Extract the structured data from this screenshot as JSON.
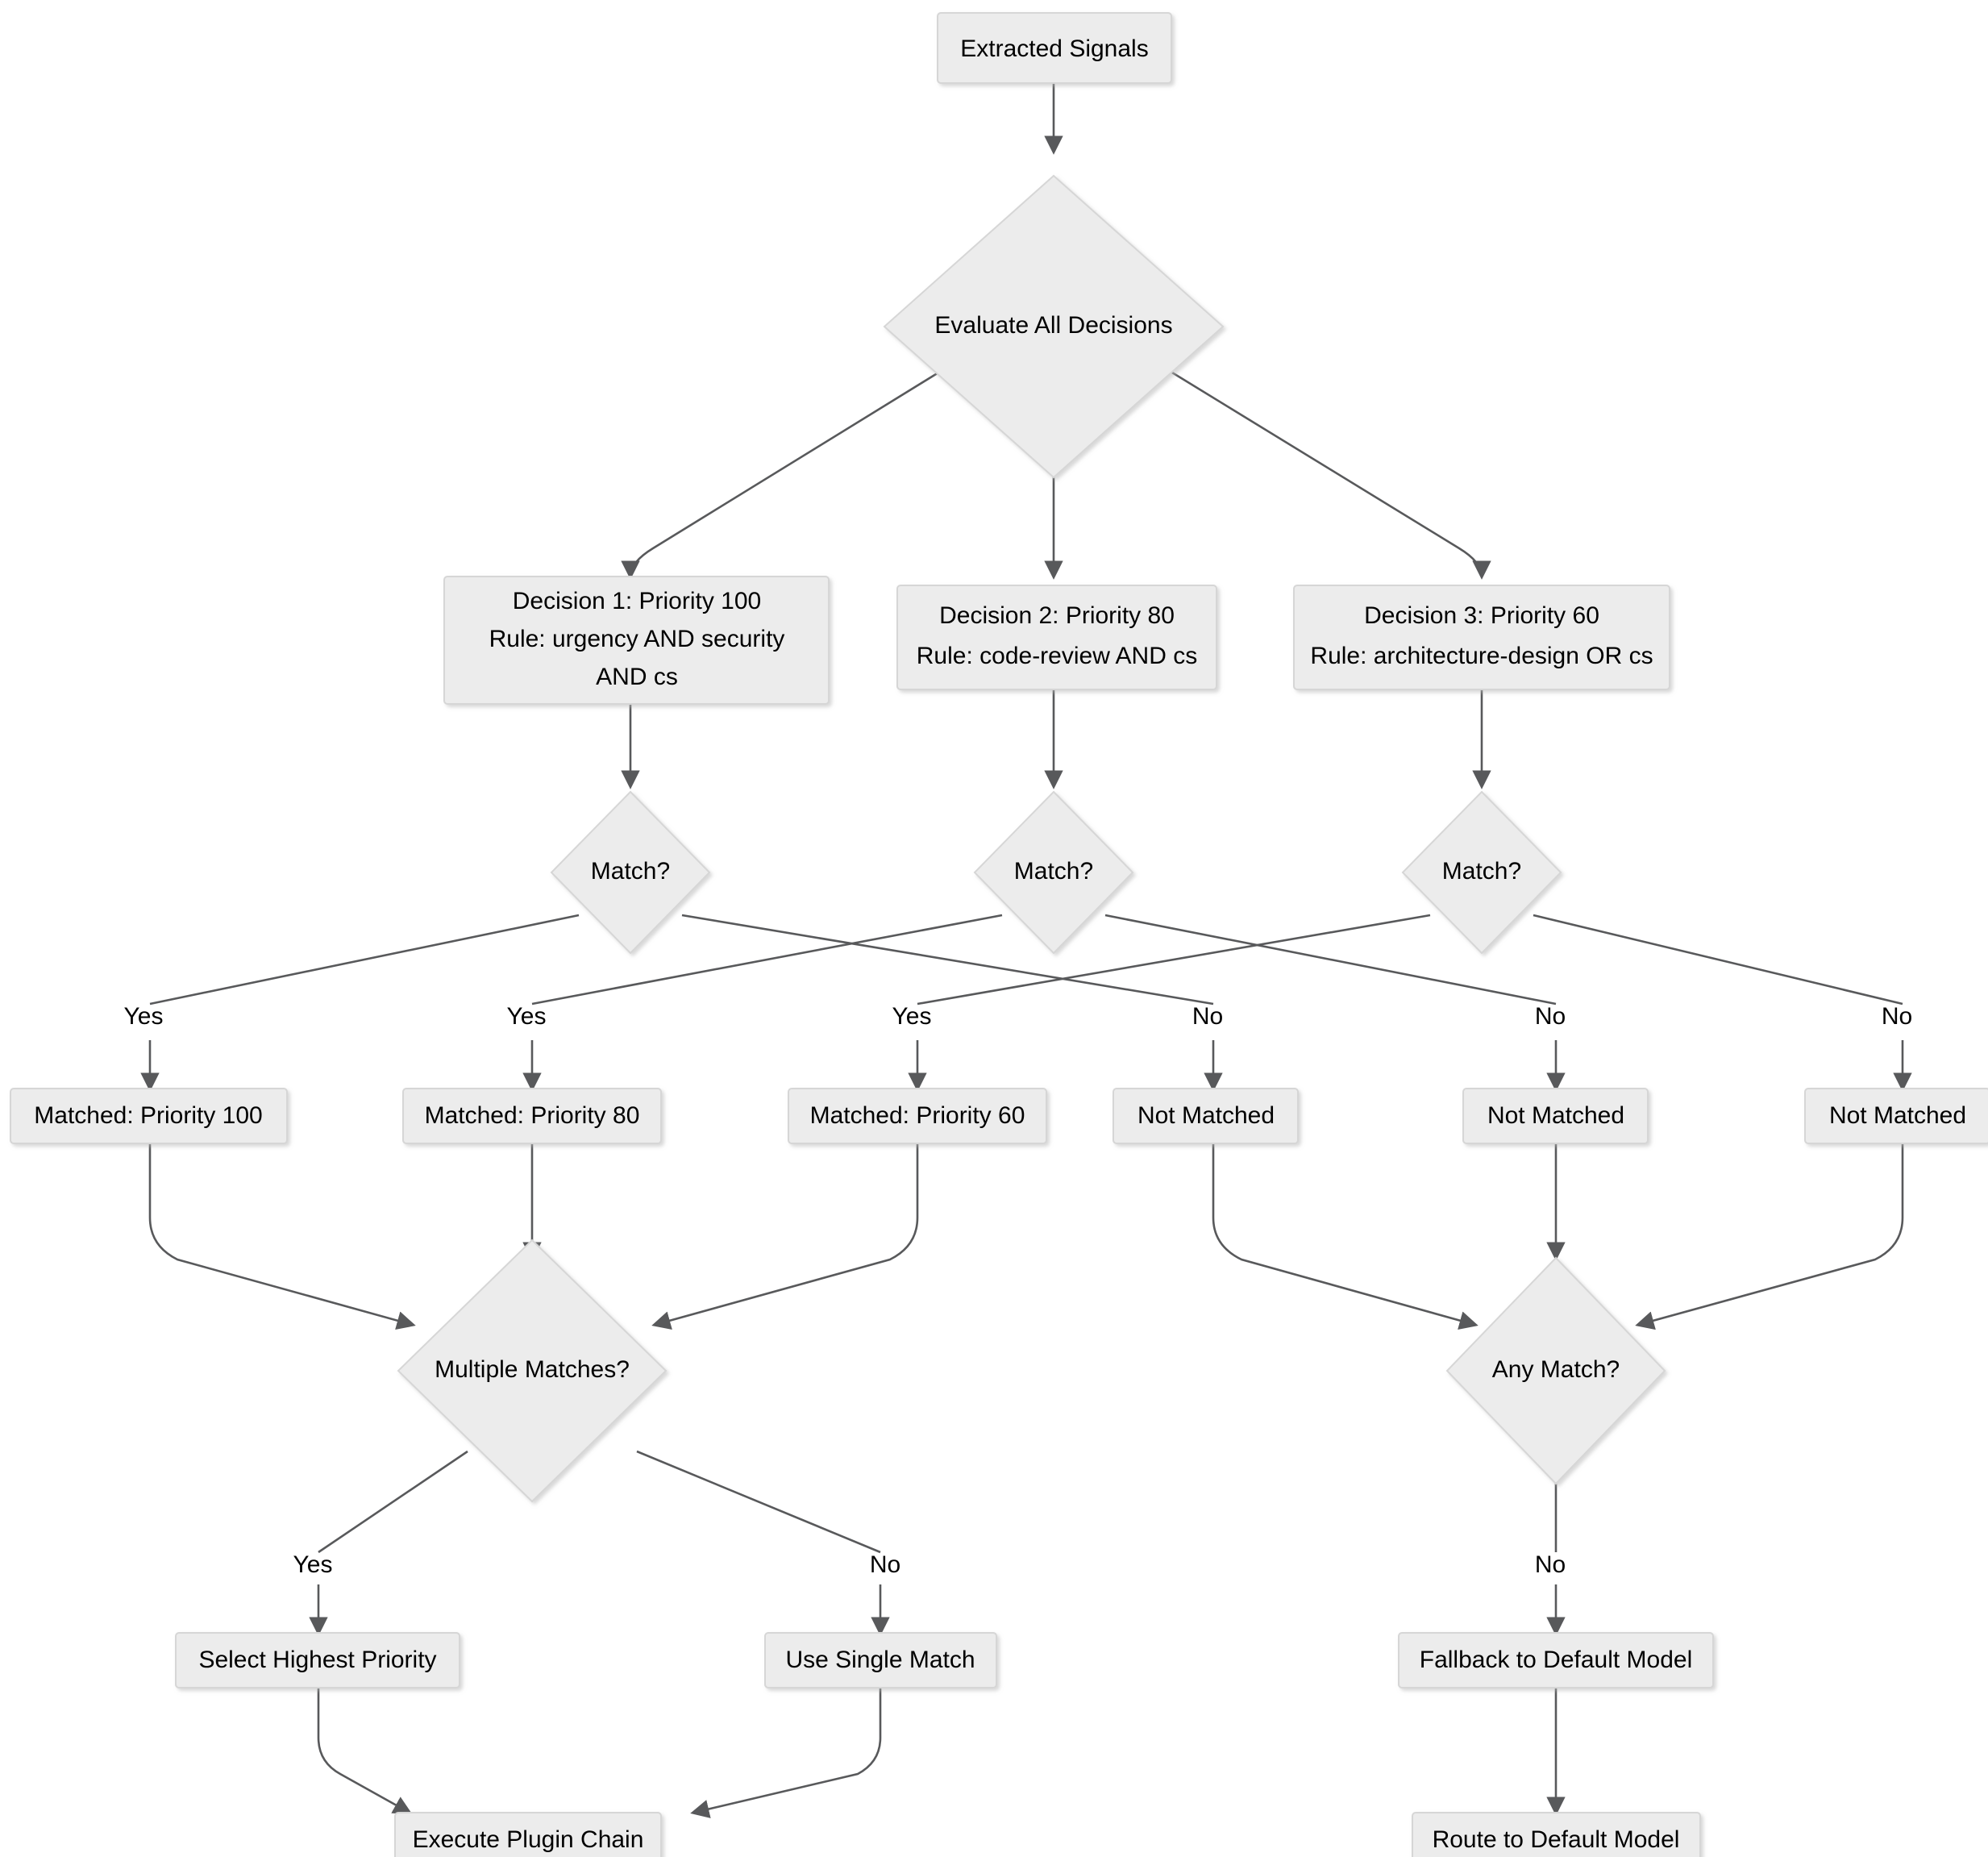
{
  "diagram": {
    "type": "flowchart",
    "direction": "top-down",
    "background_color": "#ffffff",
    "node_fill": "#ececec",
    "node_stroke": "#d6d6d6",
    "edge_color": "#58595b",
    "text_color": "#000000",
    "nodes": {
      "extracted_signals": {
        "label": "Extracted Signals",
        "shape": "rect"
      },
      "evaluate_all": {
        "label": "Evaluate All Decisions",
        "shape": "diamond"
      },
      "decision1_line1": {
        "label": "Decision 1: Priority 100"
      },
      "decision1_line2": {
        "label": "Rule: urgency AND security"
      },
      "decision1_line3": {
        "label": "AND cs"
      },
      "decision2_line1": {
        "label": "Decision 2: Priority 80"
      },
      "decision2_line2": {
        "label": "Rule: code-review AND cs"
      },
      "decision3_line1": {
        "label": "Decision 3: Priority 60"
      },
      "decision3_line2": {
        "label": "Rule: architecture-design OR cs"
      },
      "match1": {
        "label": "Match?",
        "shape": "diamond"
      },
      "match2": {
        "label": "Match?",
        "shape": "diamond"
      },
      "match3": {
        "label": "Match?",
        "shape": "diamond"
      },
      "matched100": {
        "label": "Matched: Priority 100",
        "shape": "rect"
      },
      "matched80": {
        "label": "Matched: Priority 80",
        "shape": "rect"
      },
      "matched60": {
        "label": "Matched: Priority 60",
        "shape": "rect"
      },
      "notmatched1": {
        "label": "Not Matched",
        "shape": "rect"
      },
      "notmatched2": {
        "label": "Not Matched",
        "shape": "rect"
      },
      "notmatched3": {
        "label": "Not Matched",
        "shape": "rect"
      },
      "multiple_matches": {
        "label": "Multiple Matches?",
        "shape": "diamond"
      },
      "any_match": {
        "label": "Any Match?",
        "shape": "diamond"
      },
      "select_highest": {
        "label": "Select Highest Priority",
        "shape": "rect"
      },
      "use_single": {
        "label": "Use Single Match",
        "shape": "rect"
      },
      "fallback_default": {
        "label": "Fallback to Default Model",
        "shape": "rect"
      },
      "execute_plugin": {
        "label": "Execute Plugin Chain",
        "shape": "rect"
      },
      "route_default": {
        "label": "Route to Default Model",
        "shape": "rect"
      }
    },
    "edge_labels": {
      "yes1": "Yes",
      "yes2": "Yes",
      "yes3": "Yes",
      "no1": "No",
      "no2": "No",
      "no3": "No",
      "multi_yes": "Yes",
      "multi_no": "No",
      "any_no": "No"
    }
  }
}
